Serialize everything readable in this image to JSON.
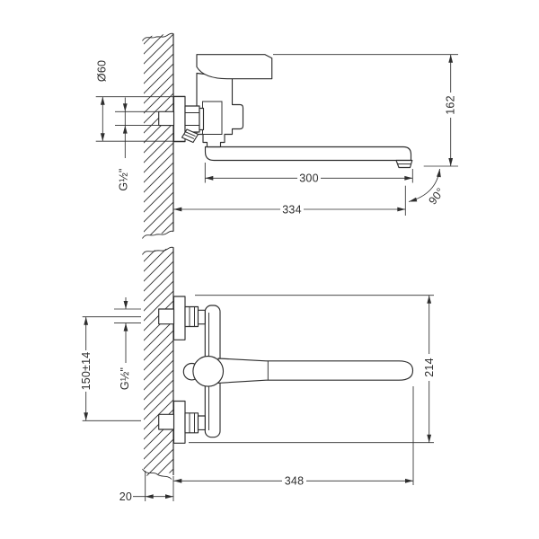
{
  "drawing": {
    "colors": {
      "line": "#2e2e2e",
      "background": "#ffffff"
    },
    "views": {
      "side": {
        "labels": {
          "flange_diameter": "Ø60",
          "inlet_thread": "G½\"",
          "spout_reach": "300",
          "total_reach": "334",
          "height": "162",
          "swivel_angle": "90°"
        }
      },
      "plan": {
        "labels": {
          "inlet_spacing": "150±14",
          "inlet_thread": "G½\"",
          "overall_depth": "214",
          "overall_length": "348",
          "wall_thickness": "20"
        }
      }
    }
  }
}
